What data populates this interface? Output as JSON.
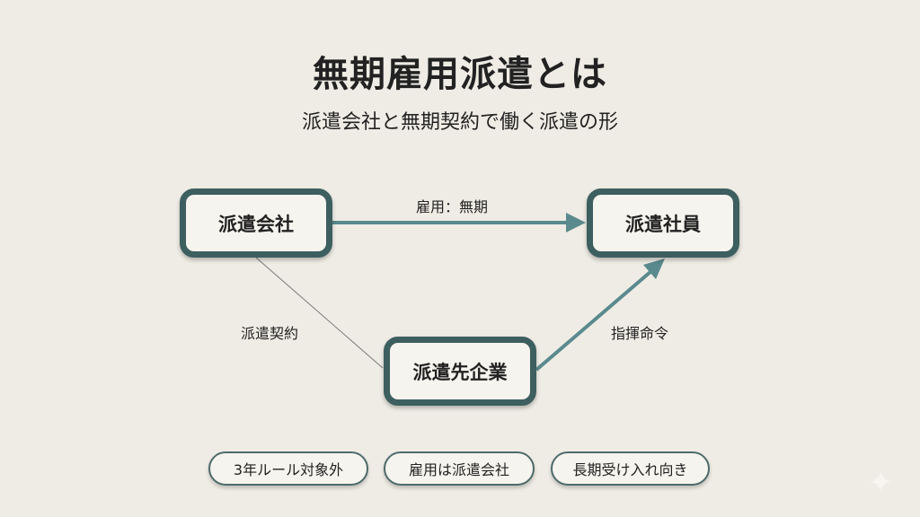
{
  "title": "無期雇用派遣とは",
  "subtitle": "派遣会社と無期契約で働く派遣の形",
  "nodes": {
    "agency": "派遣会社",
    "worker": "派遣社員",
    "client": "派遣先企業"
  },
  "edges": {
    "employment": "雇用：無期",
    "contract": "派遣契約",
    "command": "指揮命令"
  },
  "tags": [
    "3年ルール対象外",
    "雇用は派遣会社",
    "長期受け入れ向き"
  ],
  "colors": {
    "accent": "#3d5f60",
    "arrow": "#5a8a8d",
    "background": "#efece5"
  }
}
